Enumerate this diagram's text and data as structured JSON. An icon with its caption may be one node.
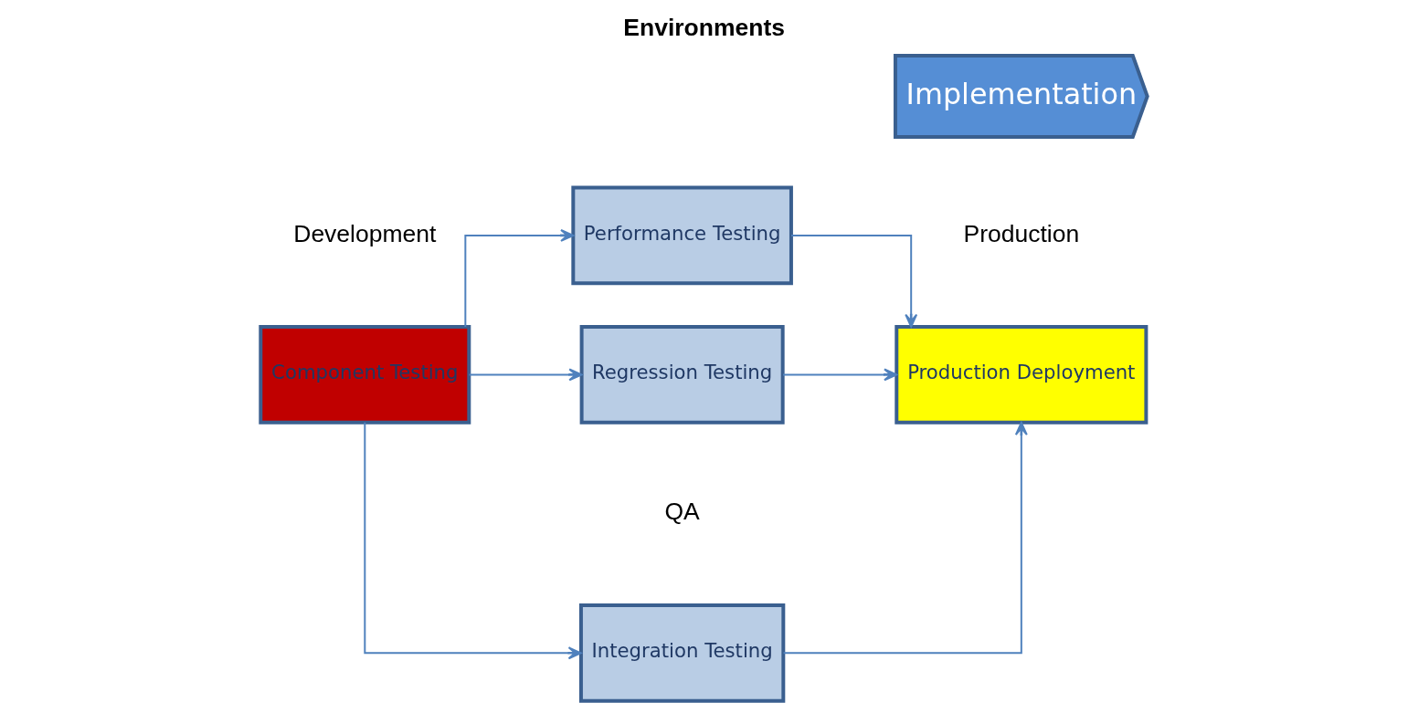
{
  "diagram": {
    "title": "Environments",
    "nodes": [
      {
        "text": [
          "Component Testing"
        ]
      },
      {
        "text": [
          "Integration Testing"
        ]
      },
      {
        "text": [
          "Performance Testing"
        ]
      },
      {
        "text": [
          "Regression Testing"
        ]
      },
      {
        "text": [
          "Production Deployment"
        ]
      },
      {
        "text": [
          "Implementation"
        ]
      }
    ],
    "edges": [
      {
        "from": 0,
        "to": 1,
        "arrow": "to"
      },
      {
        "from": 0,
        "to": 2,
        "arrow": "to"
      },
      {
        "from": 0,
        "to": 3,
        "arrow": "to"
      },
      {
        "from": 1,
        "to": 4,
        "arrow": "to"
      },
      {
        "from": 2,
        "to": 4,
        "arrow": "to"
      },
      {
        "from": 3,
        "to": 4,
        "arrow": "to"
      }
    ],
    "labels": [
      "Development",
      "QA",
      "Production"
    ]
  }
}
